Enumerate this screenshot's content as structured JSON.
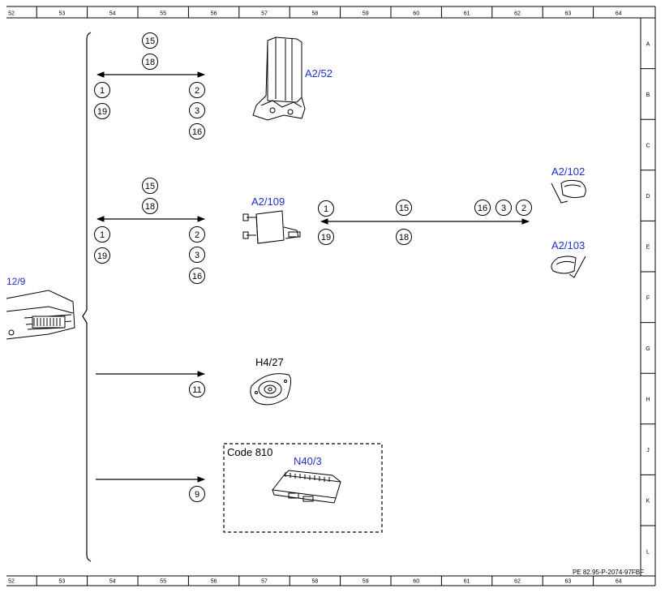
{
  "grid": {
    "columns": [
      "52",
      "53",
      "54",
      "55",
      "56",
      "57",
      "58",
      "59",
      "60",
      "61",
      "62",
      "63",
      "64"
    ],
    "rows": [
      "A",
      "B",
      "C",
      "D",
      "E",
      "F",
      "G",
      "H",
      "J",
      "K",
      "L"
    ]
  },
  "components": {
    "a2_52": "A2/52",
    "a2_109": "A2/109",
    "a2_102": "A2/102",
    "a2_103": "A2/103",
    "h4_27": "H4/27",
    "n40_3": "N40/3",
    "partial_left": "12/9"
  },
  "code_box": "Code 810",
  "pins": {
    "g1_top1": "15",
    "g1_top2": "18",
    "g1_left1": "1",
    "g1_left2": "19",
    "g1_right1": "2",
    "g1_right2": "3",
    "g1_right3": "16",
    "g2_top1": "15",
    "g2_top2": "18",
    "g2_left1": "1",
    "g2_left2": "19",
    "g2_right1": "2",
    "g2_right2": "3",
    "g2_right3": "16",
    "g3_left1": "1",
    "g3_left2": "19",
    "g3_mid1": "15",
    "g3_mid2": "18",
    "g3_r1": "16",
    "g3_r2": "3",
    "g3_r3": "2",
    "g4": "11",
    "g5": "9"
  },
  "footer_code": "PE 82.95-P-2074-97FBF",
  "colors": {
    "link": "#1f2fd0",
    "line": "#000000"
  }
}
